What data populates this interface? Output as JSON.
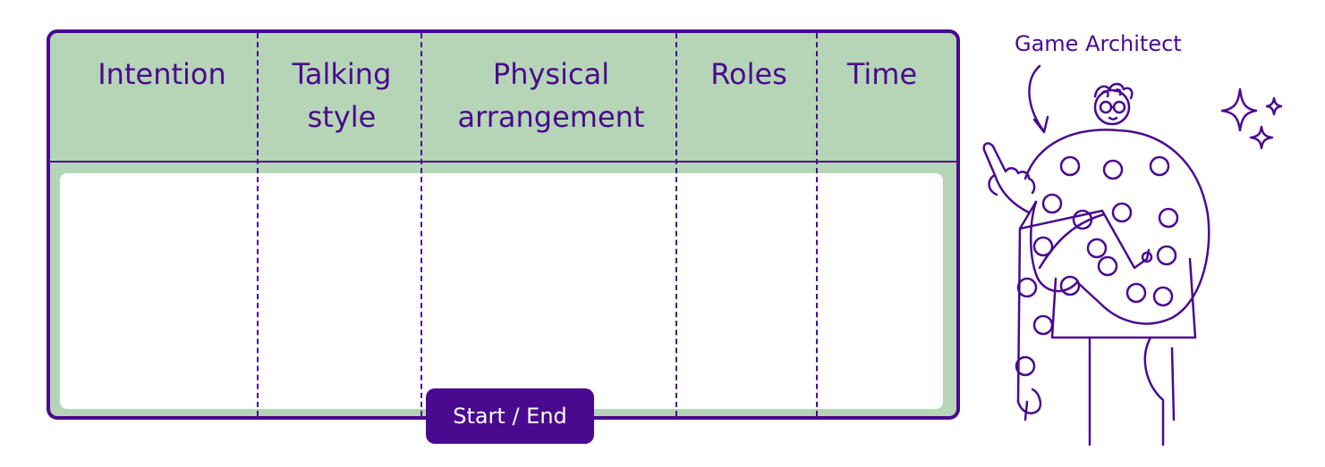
{
  "columns": [
    {
      "label": "Intention"
    },
    {
      "label": "Talking\nstyle"
    },
    {
      "label": "Physical\narrangement"
    },
    {
      "label": "Roles"
    },
    {
      "label": "Time"
    }
  ],
  "start_end_label": "Start / End",
  "character_label": "Game Architect",
  "colors": {
    "accent": "#4a0a8f",
    "header_bg": "#b5d5b6",
    "body_bg": "#ffffff"
  },
  "icons": {
    "character": "game-architect-illustration",
    "arrow": "curved-arrow-icon",
    "sparkles": "sparkles-icon"
  }
}
